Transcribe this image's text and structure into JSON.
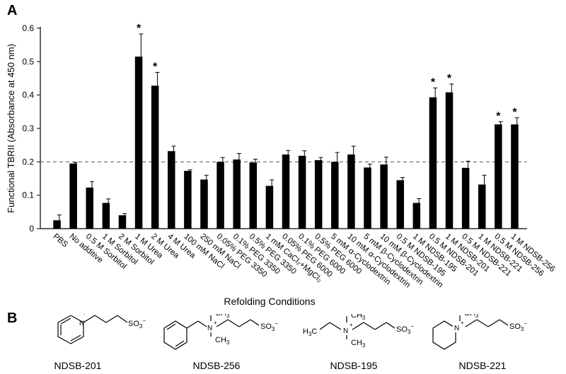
{
  "panel_a_label": "A",
  "panel_b_label": "B",
  "chart_data": {
    "type": "bar",
    "ylabel": "Functional TBRII (Absorbance at 450 nm)",
    "xlabel": "Refolding Conditions",
    "ylim": [
      0,
      0.6
    ],
    "yticks": [
      "0",
      "0.1",
      "0.2",
      "0.3",
      "0.4",
      "0.5",
      "0.6"
    ],
    "reference_line": 0.2,
    "bar_color": "#000000",
    "significance_marker": "*",
    "categories": [
      "PBS",
      "No additive",
      "0.5 M Sorbitol",
      "1 M Sorbitol",
      "2 M Sorbitol",
      "1 M Urea",
      "2 M Urea",
      "4 M Urea",
      "100 mM NaCl",
      "250 mM NaCl",
      "0.05% PEG 3350",
      "0.1% PEG 3350",
      "0.5% PEG 3350",
      "1 mM CaCl₂+MgCl₂",
      "0.05% PEG 6000",
      "0.1% PEG 6000",
      "0.5% PEG 6000",
      "5 mM α-Cyclodextrin",
      "10 mM α-Cyclodextrin",
      "5 mM β-Cyclodextrin",
      "10 mM β-Cyclodextrin",
      "0.5 M NDSB-195",
      "1 M NDSB-195",
      "0.5 M NDSB-201",
      "1 M NDSB-201",
      "0.5 M NDSB-221",
      "1 M NDSB-221",
      "0.5 M NDSB-256",
      "1 M NDSB-256"
    ],
    "values": [
      0.025,
      0.195,
      0.123,
      0.077,
      0.04,
      0.515,
      0.428,
      0.232,
      0.173,
      0.147,
      0.2,
      0.207,
      0.198,
      0.128,
      0.222,
      0.218,
      0.205,
      0.2,
      0.222,
      0.183,
      0.192,
      0.145,
      0.077,
      0.393,
      0.408,
      0.182,
      0.132,
      0.312,
      0.312
    ],
    "errors": [
      0.016,
      0.003,
      0.018,
      0.012,
      0.005,
      0.068,
      0.04,
      0.015,
      0.003,
      0.013,
      0.013,
      0.018,
      0.01,
      0.018,
      0.012,
      0.015,
      0.008,
      0.028,
      0.025,
      0.01,
      0.022,
      0.008,
      0.013,
      0.028,
      0.025,
      0.02,
      0.028,
      0.008,
      0.02
    ],
    "significant": [
      false,
      false,
      false,
      false,
      false,
      true,
      true,
      false,
      false,
      false,
      false,
      false,
      false,
      false,
      false,
      false,
      false,
      false,
      false,
      false,
      false,
      false,
      false,
      true,
      true,
      false,
      false,
      true,
      true
    ]
  },
  "structures": [
    {
      "name": "NDSB-201"
    },
    {
      "name": "NDSB-256"
    },
    {
      "name": "NDSB-195"
    },
    {
      "name": "NDSB-221"
    }
  ]
}
